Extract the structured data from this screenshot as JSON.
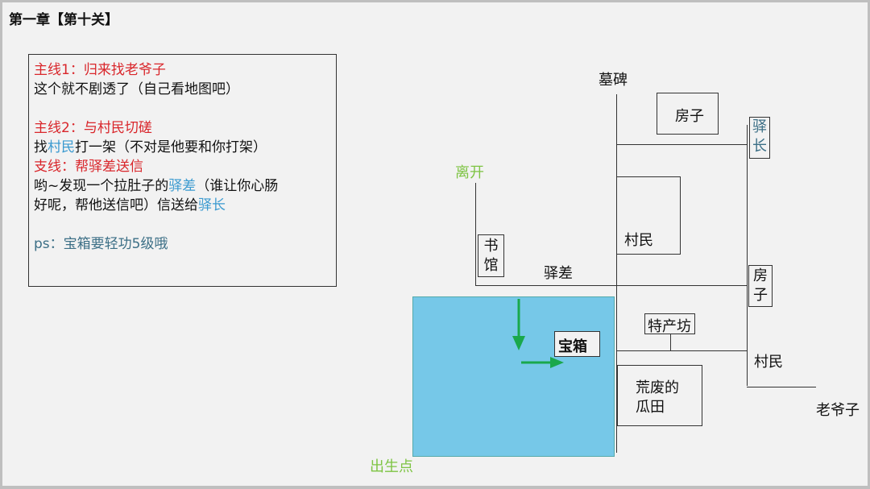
{
  "title": "第一章【第十关】",
  "info": {
    "main1": "主线1：归来找老爷子",
    "main1_desc": "这个就不剧透了（自己看地图吧）",
    "main2": "主线2：与村民切磋",
    "main2_desc": [
      "找",
      "村民",
      "打一架（不对是他要和你打架）"
    ],
    "side": "支线：帮驿差送信",
    "side_desc1": [
      "哟~发现一个拉肚子的",
      "驿差",
      "（谁让你心肠"
    ],
    "side_desc2": [
      "好呢，帮他送信吧）信送给",
      "驿长"
    ],
    "ps": "ps：宝箱要轻功5级哦"
  },
  "map": {
    "tomb": "墓碑",
    "house_top": "房子",
    "post_chief": [
      "驿",
      "长"
    ],
    "villager_box": "村民",
    "leave": "离开",
    "library": [
      "书",
      "馆"
    ],
    "courier": "驿差",
    "house_right": [
      "房",
      "子"
    ],
    "specialty_shop": "特产坊",
    "treasure": "宝箱",
    "villager_right": "村民",
    "melon_field": [
      "荒废的",
      "瓜田"
    ],
    "elder": "老爷子",
    "spawn": "出生点"
  },
  "colors": {
    "red": "#d9262b",
    "blue": "#3a9ad0",
    "teal": "#3c6f86",
    "green_text": "#7ec444",
    "water": "#76c8e8",
    "arrow": "#1aa84c"
  }
}
